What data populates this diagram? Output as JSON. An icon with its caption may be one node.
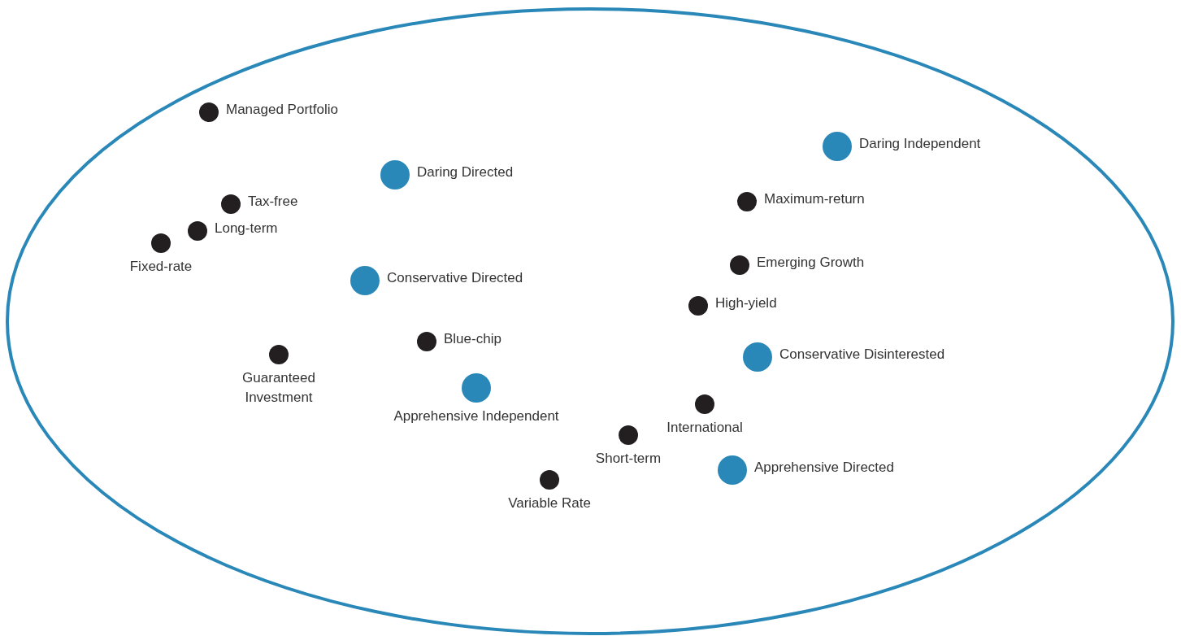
{
  "diagram": {
    "nodes": [
      {
        "text": [],
        "shape": "ellipse"
      },
      {
        "text": [],
        "shape": "circle",
        "beside": [
          "Managed Portfolio"
        ],
        "in": 0
      },
      {
        "text": [],
        "shape": "circle",
        "beside": [
          "Daring Independent"
        ],
        "in": 0
      },
      {
        "text": [],
        "shape": "circle",
        "beside": [
          "Daring Directed"
        ],
        "in": 0
      },
      {
        "text": [],
        "shape": "circle",
        "beside": [
          "Maximum-return"
        ],
        "in": 0
      },
      {
        "text": [],
        "shape": "circle",
        "beside": [
          "Tax-free"
        ],
        "in": 0
      },
      {
        "text": [],
        "shape": "circle",
        "beside": [
          "Long-term"
        ],
        "in": 0
      },
      {
        "text": [],
        "shape": "circle",
        "beside": [
          "Fixed-rate"
        ],
        "in": 0
      },
      {
        "text": [],
        "shape": "circle",
        "beside": [
          "Emerging Growth"
        ],
        "in": 0
      },
      {
        "text": [],
        "shape": "circle",
        "beside": [
          "Conservative Directed"
        ],
        "in": 0
      },
      {
        "text": [],
        "shape": "circle",
        "beside": [
          "High-yield"
        ],
        "in": 0
      },
      {
        "text": [],
        "shape": "circle",
        "beside": [
          "Blue-chip"
        ],
        "in": 0
      },
      {
        "text": [],
        "shape": "circle",
        "beside": [
          "Guaranteed Investment"
        ],
        "in": 0
      },
      {
        "text": [],
        "shape": "circle",
        "beside": [
          "Conservative Disinterested"
        ],
        "in": 0
      },
      {
        "text": [],
        "shape": "circle",
        "beside": [
          "Apprehensive Independent"
        ],
        "in": 0
      },
      {
        "text": [],
        "shape": "circle",
        "beside": [
          "International"
        ],
        "in": 0
      },
      {
        "text": [],
        "shape": "circle",
        "beside": [
          "Short-term"
        ],
        "in": 0
      },
      {
        "text": [],
        "shape": "circle",
        "beside": [
          "Apprehensive Directed"
        ],
        "in": 0
      },
      {
        "text": [],
        "shape": "circle",
        "beside": [
          "Variable Rate"
        ],
        "in": 0
      }
    ]
  }
}
